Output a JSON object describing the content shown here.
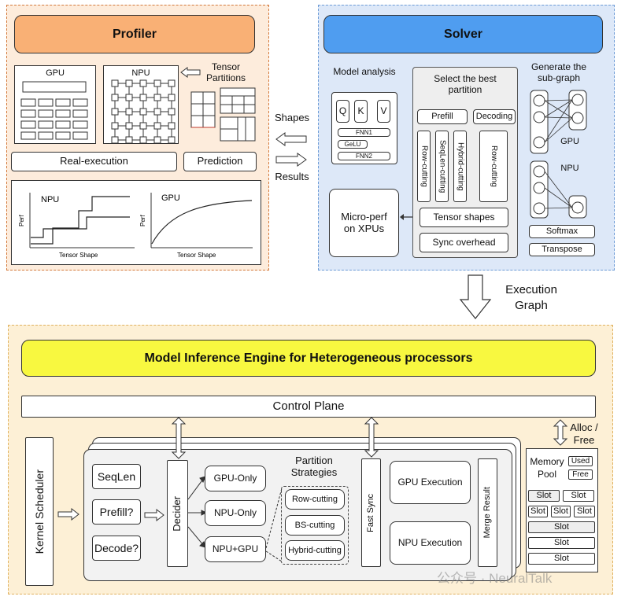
{
  "profiler": {
    "title": "Profiler",
    "gpu_label": "GPU",
    "npu_label": "NPU",
    "tensor_partitions": "Tensor Partitions",
    "real_execution": "Real-execution",
    "prediction": "Prediction",
    "chart_npu": {
      "title": "NPU",
      "ylabel": "Perf",
      "xlabel": "Tensor Shape"
    },
    "chart_gpu": {
      "title": "GPU",
      "ylabel": "Perf",
      "xlabel": "Tensor Shape"
    }
  },
  "middle": {
    "shapes": "Shapes",
    "results": "Results"
  },
  "solver": {
    "title": "Solver",
    "model_analysis": "Model analysis",
    "q": "Q",
    "k": "K",
    "v": "V",
    "fnn1": "FNN1",
    "gelu": "GeLU",
    "fnn2": "FNN2",
    "micro_perf": "Micro-perf on XPUs",
    "select_partition": "Select the best partition",
    "prefill": "Prefill",
    "decoding": "Decoding",
    "row_cutting": "Row-cutting",
    "seqlen_cutting": "SeqLen-cutting",
    "hybrid_cutting": "Hybrid-cutting",
    "row_cutting_2": "Row-cutting",
    "tensor_shapes": "Tensor shapes",
    "sync_overhead": "Sync overhead",
    "generate_subgraph": "Generate the sub-graph",
    "gpu": "GPU",
    "npu": "NPU",
    "softmax": "Softmax",
    "transpose": "Transpose"
  },
  "execution_graph": "Execution Graph",
  "engine": {
    "title": "Model Inference Engine for Heterogeneous processors",
    "control_plane": "Control Plane",
    "alloc_free": "Alloc / Free",
    "kernel_scheduler": "Kernel Scheduler",
    "seqlen": "SeqLen",
    "prefill_q": "Prefill?",
    "decode_q": "Decode?",
    "decider": "Decider",
    "gpu_only": "GPU-Only",
    "npu_only": "NPU-Only",
    "npu_gpu": "NPU+GPU",
    "partition_strategies": "Partition Strategies",
    "row_cutting": "Row-cutting",
    "bs_cutting": "BS-cutting",
    "hybrid_cutting": "Hybrid-cutting",
    "fast_sync": "Fast Sync",
    "gpu_execution": "GPU Execution",
    "npu_execution": "NPU Execution",
    "merge_result": "Merge Result",
    "memory_pool": "Memory Pool",
    "used": "Used",
    "free": "Free",
    "slot": "Slot"
  },
  "watermark": "公众号 · NeuralTalk",
  "colors": {
    "profiler_header": "#f9b075",
    "solver_header": "#4f9df0",
    "engine_header": "#f8f840"
  }
}
